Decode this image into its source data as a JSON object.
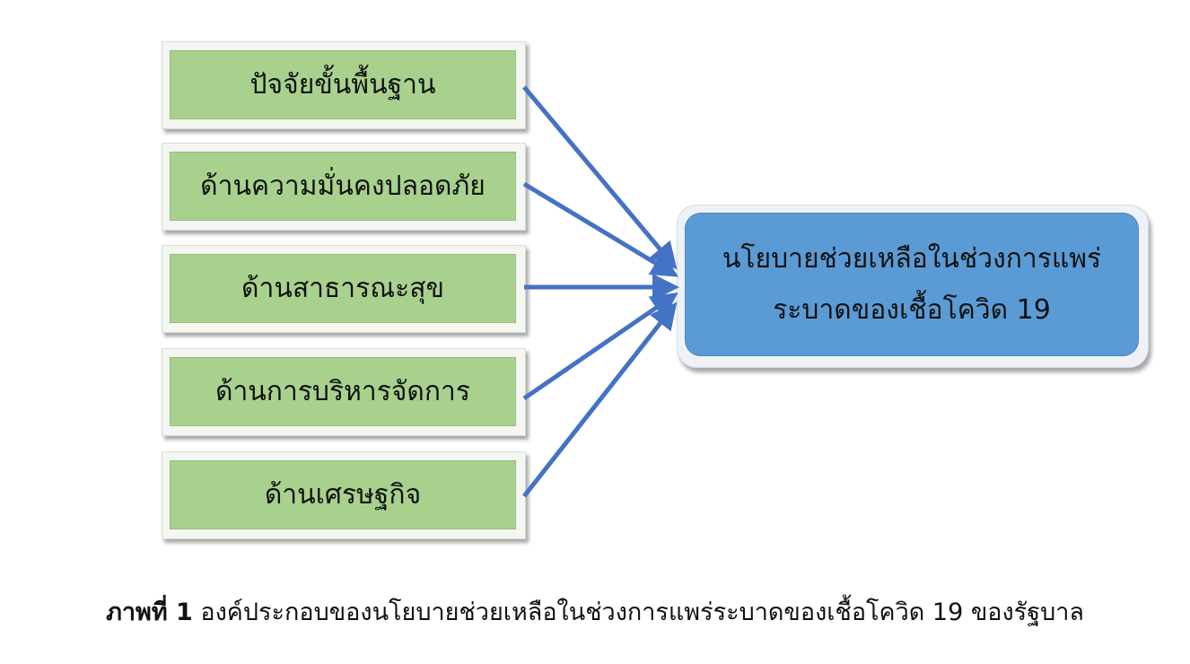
{
  "factors": [
    {
      "label": "ปัจจัยขั้นพื้นฐาน"
    },
    {
      "label": "ด้านความมั่นคงปลอดภัย"
    },
    {
      "label": "ด้านสาธารณะสุข"
    },
    {
      "label": "ด้านการบริหารจัดการ"
    },
    {
      "label": "ด้านเศรษฐกิจ"
    }
  ],
  "policy": {
    "line1": "นโยบายช่วยเหลือในช่วงการแพร่",
    "line2": "ระบาดของเชื้อโควิด 19"
  },
  "caption": {
    "label": "ภาพที่ 1",
    "text": "องค์ประกอบของนโยบายช่วยเหลือในช่วงการแพร่ระบาดของเชื้อโควิด 19 ของรัฐบาล"
  },
  "colors": {
    "factor_fill": "#a9d18e",
    "policy_fill": "#5b9bd5",
    "arrow": "#4472c4"
  }
}
